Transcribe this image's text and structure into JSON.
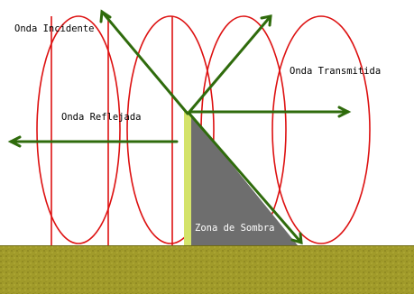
{
  "labels": {
    "incident": "Onda Incidente",
    "transmitted": "Onda Transmitida",
    "reflected": "Onda Reflejada",
    "shadow": "Zona de Sombra"
  },
  "colors": {
    "ground": "#a19b2a",
    "ground_dark": "#7d7818",
    "wall": "#d4e36a",
    "wave_fronts": "#dd1111",
    "rays": "#2f6b0c",
    "shadow_zone": "#6e6e6e",
    "background": "#ffffff"
  }
}
